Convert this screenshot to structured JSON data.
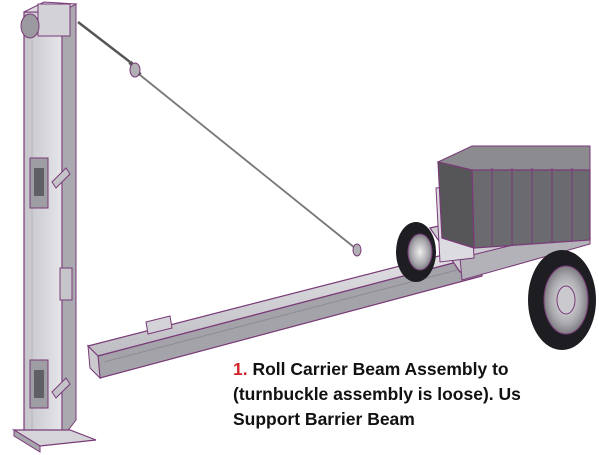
{
  "caption": {
    "step_number": "1.",
    "line1": " Roll  Carrier Beam Assembly to",
    "line2": "(turnbuckle assembly is loose). Us",
    "line3": "Support Barrier Beam"
  },
  "colors": {
    "step_number": "#d2232a",
    "outline": "#7a3a78",
    "metal_light": "#d9d9dd",
    "metal_mid": "#b4b4ba",
    "metal_dark": "#6e6e74",
    "block": "#6b6b70",
    "tire": "#1e1e22"
  }
}
